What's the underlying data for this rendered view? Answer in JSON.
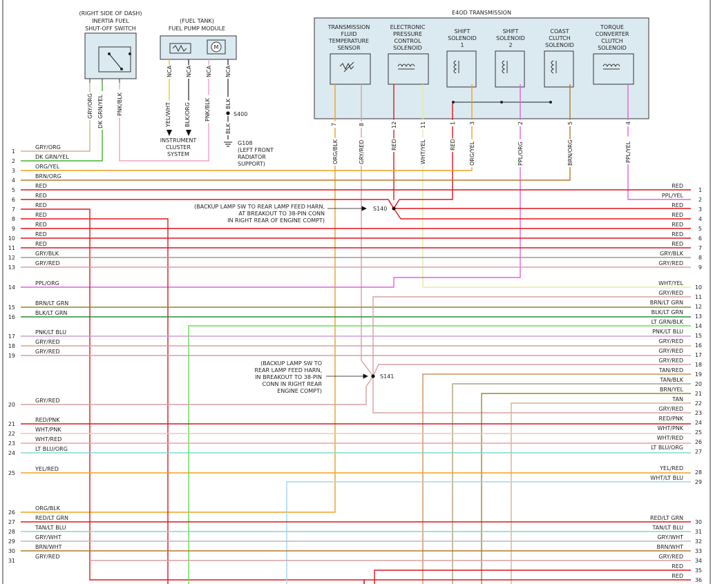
{
  "colors": {
    "RED": "#e0141b",
    "GRY": "#9a9a9a",
    "GRYRED": "#d8a0a0",
    "ORG": "#f0a020",
    "BRN": "#b07a2a",
    "PPL": "#e060e0",
    "PNK": "#f0a0c8",
    "BLK": "#222222",
    "GRN": "#44b030",
    "LTGRN": "#66dd55",
    "WHT": "#cccccc",
    "YEL": "#e8d000",
    "TAN": "#d2b48c",
    "LTBLU": "#80d8d0",
    "BRNLTGRN": "#8a8a2a",
    "WHTYEL": "#e8e8a0",
    "GRYWHT": "#b8b8b8",
    "BLUE": "#9ed8e6"
  },
  "components": {
    "inertia_title_1": "(RIGHT SIDE OF DASH)",
    "inertia_title_2": "INERTIA FUEL",
    "inertia_title_3": "SHUT-OFF SWITCH",
    "fuel_title_1": "(FUEL TANK)",
    "fuel_title_2": "FUEL PUMP MODULE",
    "motor": "M",
    "cluster_1": "INSTRUMENT",
    "cluster_2": "CLUSTER",
    "cluster_3": "SYSTEM",
    "s400": "S400",
    "g108_1": "G108",
    "g108_2": "(LEFT FRONT",
    "g108_3": "RADIATOR",
    "g108_4": "SUPPORT)",
    "trans_title": "E4OD TRANSMISSION",
    "tft_1": "TRANSMISSION",
    "tft_2": "FLUID",
    "tft_3": "TEMPERATURE",
    "tft_4": "SENSOR",
    "epc_1": "ELECTRONIC",
    "epc_2": "PRESSURE",
    "epc_3": "CONTROL",
    "epc_4": "SOLENOID",
    "ss1_1": "SHIFT",
    "ss1_2": "SOLENOID",
    "ss1_3": "1",
    "ss2_1": "SHIFT",
    "ss2_2": "SOLENOID",
    "ss2_3": "2",
    "cc_1": "COAST",
    "cc_2": "CLUTCH",
    "cc_3": "SOLENOID",
    "tcc_1": "TORQUE",
    "tcc_2": "CONVERTER",
    "tcc_3": "CLUTCH",
    "tcc_4": "SOLENOID",
    "s140": "S140",
    "s140_note_1": "(BACKUP LAMP SW TO REAR LAMP FEED HARN,",
    "s140_note_2": "AT BREAKOUT TO 38-PIN CONN",
    "s140_note_3": "IN RIGHT REAR OF ENGINE COMPT)",
    "s141": "S141",
    "s141_note_1": "(BACKUP LAMP SW TO",
    "s141_note_2": "REAR LAMP FEED HARN,",
    "s141_note_3": "IN BREAKOUT TO 38-PIN",
    "s141_note_4": "CONN IN RIGHT REAR",
    "s141_note_5": "ENGINE COMPT)"
  },
  "vertical_labels": {
    "v_gryorg": "GRY/ORG",
    "v_dkgrnyel": "DK GRN/YEL",
    "v_pnkblk": "PNK/BLK",
    "v_nca1": "NCA",
    "v_nca2": "NCA",
    "v_nca3": "NCA",
    "v_nca4": "NCA",
    "v_yelwht": "YEL/WHT",
    "v_blkorg": "BLK/ORG",
    "v_pnkblk2": "PNK/BLK",
    "v_blk1": "BLK",
    "v_blk2": "BLK",
    "v_orgblk": "ORG/BLK",
    "v_gryred": "GRY/RED",
    "v_red1": "RED",
    "v_whtyel": "WHT/YEL",
    "v_red2": "RED",
    "v_orgyel": "ORG/YEL",
    "v_pplorg": "PPL/ORG",
    "v_brnorg": "BRN/ORG",
    "v_pplyel": "PPL/YEL",
    "p7": "7",
    "p8": "8",
    "p12": "12",
    "p11": "11",
    "p1": "1",
    "p3": "3",
    "p2": "2",
    "p5": "5",
    "p4": "4"
  },
  "left_wires": [
    {
      "n": "1",
      "label": "GRY/ORG"
    },
    {
      "n": "2",
      "label": "DK GRN/YEL"
    },
    {
      "n": "3",
      "label": "ORG/YEL"
    },
    {
      "n": "4",
      "label": "BRN/ORG"
    },
    {
      "n": "5",
      "label": "RED"
    },
    {
      "n": "6",
      "label": "RED"
    },
    {
      "n": "7",
      "label": "RED"
    },
    {
      "n": "8",
      "label": "RED"
    },
    {
      "n": "9",
      "label": "RED"
    },
    {
      "n": "10",
      "label": "RED"
    },
    {
      "n": "11",
      "label": "RED"
    },
    {
      "n": "12",
      "label": "GRY/BLK"
    },
    {
      "n": "13",
      "label": "GRY/RED"
    },
    {
      "n": "14",
      "label": "PPL/ORG"
    },
    {
      "n": "15",
      "label": "BRN/LT GRN"
    },
    {
      "n": "16",
      "label": "BLK/LT GRN"
    },
    {
      "n": "17",
      "label": "PNK/LT BLU"
    },
    {
      "n": "18",
      "label": "GRY/RED"
    },
    {
      "n": "19",
      "label": "GRY/RED"
    },
    {
      "n": "20",
      "label": "GRY/RED"
    },
    {
      "n": "21",
      "label": "RED/PNK"
    },
    {
      "n": "22",
      "label": "WHT/PNK"
    },
    {
      "n": "23",
      "label": "WHT/RED"
    },
    {
      "n": "24",
      "label": "LT BLU/ORG"
    },
    {
      "n": "25",
      "label": "YEL/RED"
    },
    {
      "n": "26",
      "label": "ORG/BLK"
    },
    {
      "n": "27",
      "label": "RED/LT GRN"
    },
    {
      "n": "28",
      "label": "TAN/LT BLU"
    },
    {
      "n": "29",
      "label": "GRY/WHT"
    },
    {
      "n": "30",
      "label": "BRN/WHT"
    },
    {
      "n": "31",
      "label": "GRY/RED"
    }
  ],
  "right_wires": [
    {
      "n": "1",
      "label": "RED"
    },
    {
      "n": "2",
      "label": "PPL/YEL"
    },
    {
      "n": "3",
      "label": "RED"
    },
    {
      "n": "4",
      "label": "RED"
    },
    {
      "n": "5",
      "label": "RED"
    },
    {
      "n": "6",
      "label": "RED"
    },
    {
      "n": "7",
      "label": "RED"
    },
    {
      "n": "8",
      "label": "GRY/BLK"
    },
    {
      "n": "9",
      "label": "GRY/RED"
    },
    {
      "n": "10",
      "label": "WHT/YEL"
    },
    {
      "n": "11",
      "label": "GRY/RED"
    },
    {
      "n": "12",
      "label": "BRN/LT GRN"
    },
    {
      "n": "13",
      "label": "BLK/LT GRN"
    },
    {
      "n": "14",
      "label": "LT GRN/BLK"
    },
    {
      "n": "15",
      "label": "PNK/LT BLU"
    },
    {
      "n": "16",
      "label": "GRY/RED"
    },
    {
      "n": "17",
      "label": "GRY/RED"
    },
    {
      "n": "18",
      "label": "GRY/RED"
    },
    {
      "n": "19",
      "label": "TAN/RED"
    },
    {
      "n": "20",
      "label": "TAN/BLK"
    },
    {
      "n": "21",
      "label": "BRN/YEL"
    },
    {
      "n": "22",
      "label": "TAN"
    },
    {
      "n": "23",
      "label": "GRY/RED"
    },
    {
      "n": "24",
      "label": "RED/PNK"
    },
    {
      "n": "25",
      "label": "WHT/PNK"
    },
    {
      "n": "26",
      "label": "WHT/RED"
    },
    {
      "n": "27",
      "label": "LT BLU/ORG"
    },
    {
      "n": "28",
      "label": "YEL/RED"
    },
    {
      "n": "29",
      "label": "WHT/LT BLU"
    },
    {
      "n": "30",
      "label": "RED/LT GRN"
    },
    {
      "n": "31",
      "label": "TAN/LT BLU"
    },
    {
      "n": "32",
      "label": "GRY/WHT"
    },
    {
      "n": "33",
      "label": "BRN/WHT"
    },
    {
      "n": "34",
      "label": "GRY/RED"
    },
    {
      "n": "35",
      "label": "RED"
    },
    {
      "n": "36",
      "label": "RED"
    }
  ]
}
